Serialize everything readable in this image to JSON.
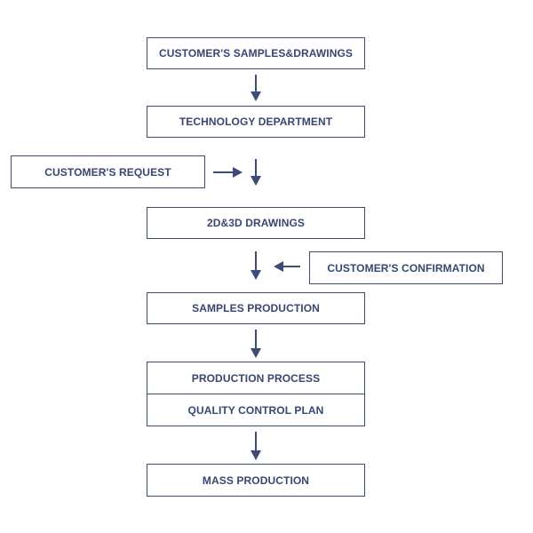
{
  "colors": {
    "line": "#3d4b78",
    "text": "#3a4670",
    "background": "#ffffff"
  },
  "steps": {
    "samples_drawings": "CUSTOMER'S SAMPLES&DRAWINGS",
    "technology": "TECHNOLOGY DEPARTMENT",
    "request": "CUSTOMER'S REQUEST",
    "drawings_2d3d": "2D&3D DRAWINGS",
    "confirmation": "CUSTOMER'S CONFIRMATION",
    "samples_production": "SAMPLES PRODUCTION",
    "production_process": "PRODUCTION PROCESS",
    "quality_control": "QUALITY CONTROL PLAN",
    "mass_production": "MASS PRODUCTION"
  },
  "flow": [
    [
      "CUSTOMER'S SAMPLES&DRAWINGS",
      "TECHNOLOGY DEPARTMENT"
    ],
    [
      "TECHNOLOGY DEPARTMENT",
      "2D&3D DRAWINGS"
    ],
    [
      "CUSTOMER'S REQUEST",
      "2D&3D DRAWINGS"
    ],
    [
      "2D&3D DRAWINGS",
      "SAMPLES PRODUCTION"
    ],
    [
      "CUSTOMER'S CONFIRMATION",
      "SAMPLES PRODUCTION"
    ],
    [
      "SAMPLES PRODUCTION",
      "PRODUCTION PROCESS"
    ],
    [
      "QUALITY CONTROL PLAN",
      "MASS PRODUCTION"
    ]
  ]
}
